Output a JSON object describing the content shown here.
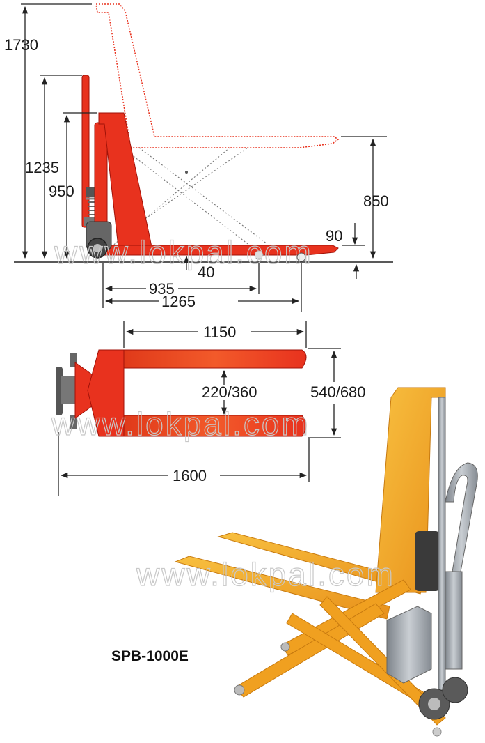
{
  "model": "SPB-1000E",
  "watermark": "www.lokpal.com",
  "dimensions": {
    "max_handle_height": "1730",
    "handle_height": "1235",
    "frame_height": "950",
    "max_lift_height": "850",
    "min_fork_height": "90",
    "fork_thickness": "40",
    "lift_point_distance": "935",
    "overall_length_side": "1265",
    "fork_length": "1150",
    "fork_gap": "220/360",
    "overall_width": "540/680",
    "overall_length": "1600"
  },
  "colors": {
    "frame_red": "#e8321e",
    "frame_red_dark": "#c41a0c",
    "product_yellow": "#f5a820",
    "product_steel": "#9aa0a6"
  }
}
